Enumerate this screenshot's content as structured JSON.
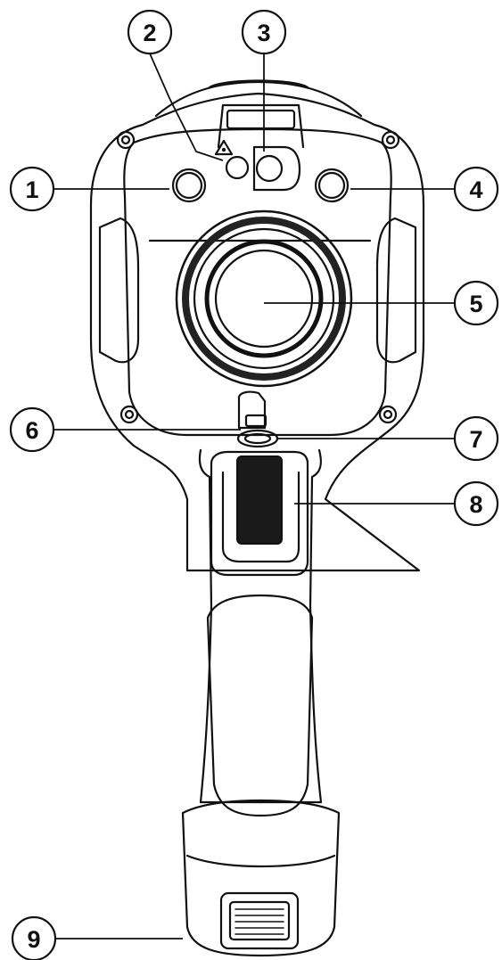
{
  "callouts": [
    {
      "id": "c1",
      "label": "1"
    },
    {
      "id": "c2",
      "label": "2"
    },
    {
      "id": "c3",
      "label": "3"
    },
    {
      "id": "c4",
      "label": "4"
    },
    {
      "id": "c5",
      "label": "5"
    },
    {
      "id": "c6",
      "label": "6"
    },
    {
      "id": "c7",
      "label": "7"
    },
    {
      "id": "c8",
      "label": "8"
    },
    {
      "id": "c9",
      "label": "9"
    }
  ],
  "icons": {
    "laser_warning": "laser-warning-icon"
  },
  "colors": {
    "line": "#111111",
    "trigger": "#1a1a1a",
    "background": "#ffffff"
  }
}
